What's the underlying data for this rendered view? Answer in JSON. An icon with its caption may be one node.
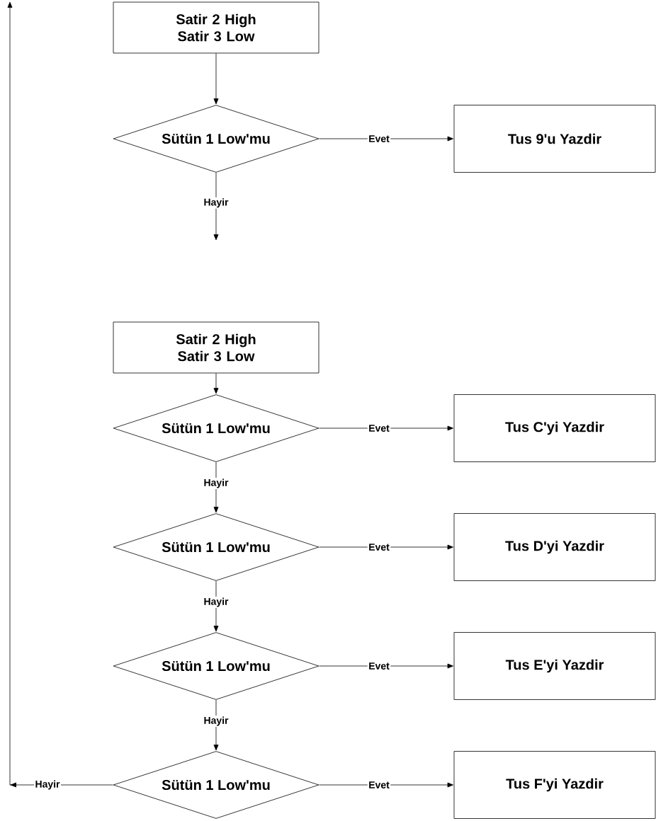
{
  "diagram": {
    "nodes": [
      {
        "text": [
          "Satir 2 High Satir 3 Low"
        ]
      },
      {
        "text": [
          "Sütün 1 Low'mu"
        ]
      },
      {
        "text": [
          "Tus 9'u Yazdir"
        ]
      },
      {
        "text": [
          "Satir 2 High Satir 3 Low"
        ]
      },
      {
        "text": [
          "Sütün 1 Low'mu"
        ]
      },
      {
        "text": [
          "Tus C'yi Yazdir"
        ]
      },
      {
        "text": [
          "Sütün 1 Low'mu"
        ]
      },
      {
        "text": [
          "Tus D'yi Yazdir"
        ]
      },
      {
        "text": [
          "Sütün 1 Low'mu"
        ]
      },
      {
        "text": [
          "Tus E'yi Yazdir"
        ]
      },
      {
        "text": [
          "Sütün 1 Low'mu"
        ]
      },
      {
        "text": [
          "Tus F'yi Yazdir"
        ]
      }
    ],
    "edges": [
      {
        "from": 0,
        "to": 1,
        "arrow": "to"
      },
      {
        "from": 1,
        "to": 2,
        "arrow": "to",
        "label": "Evet"
      },
      {
        "from": 1,
        "to": null,
        "arrow": "to",
        "label": "Hayir"
      },
      {
        "from": 3,
        "to": 4,
        "arrow": "to"
      },
      {
        "from": 4,
        "to": 5,
        "arrow": "to",
        "label": "Evet"
      },
      {
        "from": 4,
        "to": 6,
        "arrow": "to",
        "label": "Hayir"
      },
      {
        "from": 6,
        "to": 7,
        "arrow": "to",
        "label": "Evet"
      },
      {
        "from": 6,
        "to": 8,
        "arrow": "to",
        "label": "Hayir"
      },
      {
        "from": 8,
        "to": 9,
        "arrow": "to",
        "label": "Evet"
      },
      {
        "from": 8,
        "to": 10,
        "arrow": "to",
        "label": "Hayir"
      },
      {
        "from": 10,
        "to": 11,
        "arrow": "to",
        "label": "Evet"
      },
      {
        "from": 10,
        "to": null,
        "arrow": "to",
        "label": "Hayir"
      }
    ]
  }
}
